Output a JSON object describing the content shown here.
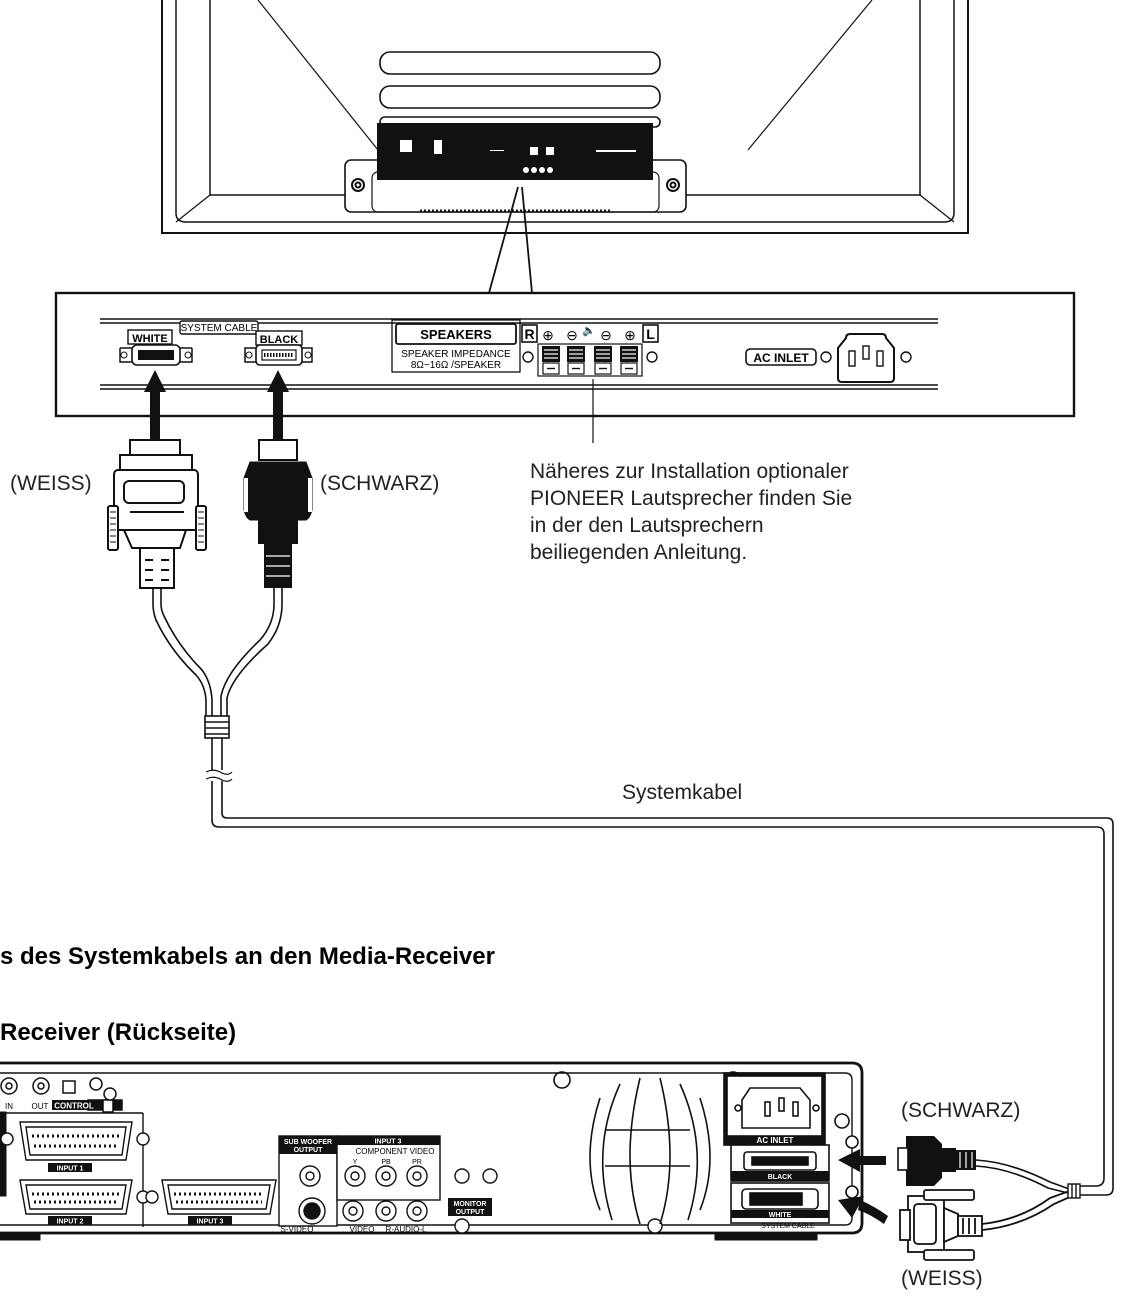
{
  "tv_panel": {
    "system_cable_label": "SYSTEM CABLE",
    "white_label": "WHITE",
    "black_label": "BLACK",
    "speakers_title": "SPEAKERS",
    "speaker_impedance_line1": "SPEAKER IMPEDANCE",
    "speaker_impedance_line2": "8Ω~16Ω /SPEAKER",
    "right_label": "R",
    "left_label": "L",
    "ac_inlet_label": "AC INLET"
  },
  "callouts": {
    "weiss_top": "(WEISS)",
    "schwarz_top": "(SCHWARZ)",
    "speaker_note": [
      "Näheres zur Installation optionaler",
      "PIONEER Lautsprecher finden Sie",
      "in der den Lautsprechern",
      "beiliegenden Anleitung."
    ],
    "systemkabel": "Systemkabel",
    "schwarz_bottom": "(SCHWARZ)",
    "weiss_bottom": "(WEISS)"
  },
  "headings": {
    "section_title": "s des Systemkabels an den Media-Receiver",
    "receiver_title": "Receiver (Rückseite)"
  },
  "receiver_panel": {
    "in_label": "IN",
    "out_label": "OUT",
    "control_label": "CONTROL",
    "input1_label": "INPUT 1",
    "input2_label": "INPUT 2",
    "input3_label": "INPUT 3",
    "sub_woofer_line1": "SUB WOOFER",
    "sub_woofer_line2": "OUTPUT",
    "input3_header": "INPUT 3",
    "component_video": "COMPONENT VIDEO",
    "y_label": "Y",
    "pb_label": "PB",
    "pr_label": "PR",
    "svideo_label": "S-VIDEO",
    "video_label": "VIDEO",
    "audio_label": "R-AUDIO-L",
    "monitor_line1": "MONITOR",
    "monitor_line2": "OUTPUT",
    "ac_inlet_label": "AC INLET",
    "black_label": "BLACK",
    "white_label": "WHITE",
    "system_cable_label": "SYSTEM CABLE"
  }
}
